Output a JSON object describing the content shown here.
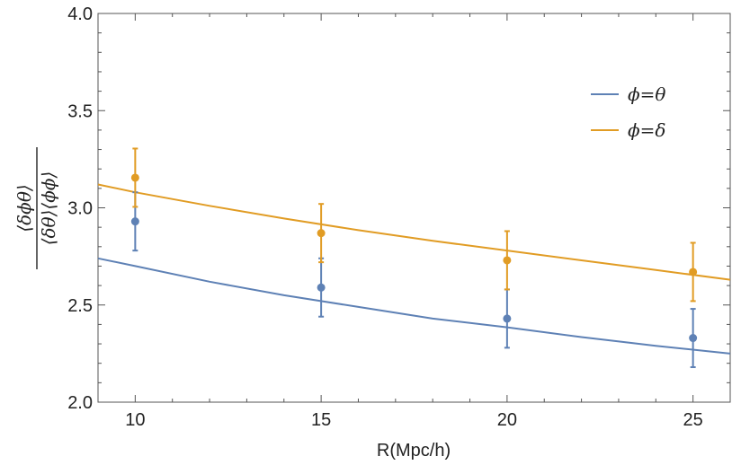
{
  "chart_data": {
    "type": "scatter",
    "xlabel": "R(Mpc/h)",
    "ylabel_numerator": "⟨δϕθ⟩",
    "ylabel_denominator": "⟨δθ⟩⟨ϕϕ⟩",
    "xlim": [
      9,
      26
    ],
    "ylim": [
      2.0,
      4.0
    ],
    "xticks": [
      10,
      15,
      20,
      25
    ],
    "yticks": [
      2.0,
      2.5,
      3.0,
      3.5,
      4.0
    ],
    "ytick_labels": [
      "2.0",
      "2.5",
      "3.0",
      "3.5",
      "4.0"
    ],
    "legend_position": "top-right",
    "grid": false,
    "series": [
      {
        "name": "ϕ=θ",
        "color": "#5E81B5",
        "x": [
          10,
          15,
          20,
          25
        ],
        "y": [
          2.93,
          2.59,
          2.43,
          2.33
        ],
        "err": [
          0.15,
          0.15,
          0.15,
          0.15
        ],
        "curve_x": [
          9,
          10,
          12,
          14,
          16,
          18,
          20,
          22,
          24,
          26
        ],
        "curve_y": [
          2.74,
          2.7,
          2.62,
          2.55,
          2.49,
          2.43,
          2.385,
          2.335,
          2.29,
          2.25
        ]
      },
      {
        "name": "ϕ=δ",
        "color": "#E19C24",
        "x": [
          10,
          15,
          20,
          25
        ],
        "y": [
          3.155,
          2.87,
          2.73,
          2.67
        ],
        "err": [
          0.15,
          0.15,
          0.15,
          0.15
        ],
        "curve_x": [
          9,
          10,
          12,
          14,
          16,
          18,
          20,
          22,
          24,
          26
        ],
        "curve_y": [
          3.12,
          3.08,
          3.01,
          2.945,
          2.885,
          2.83,
          2.78,
          2.73,
          2.68,
          2.63
        ]
      }
    ]
  }
}
